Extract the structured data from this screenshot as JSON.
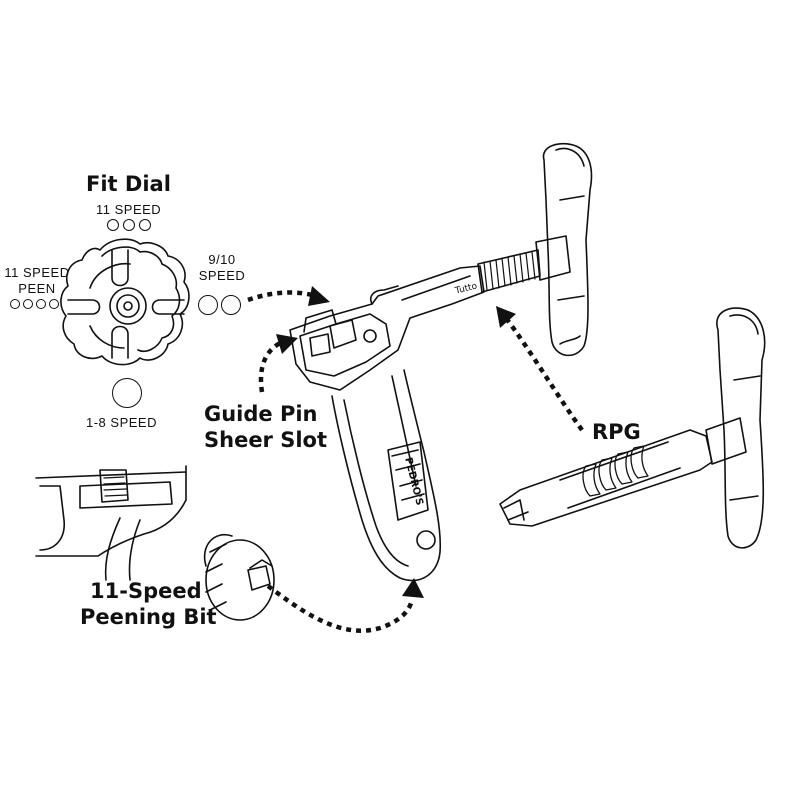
{
  "fit_dial": {
    "title": "Fit Dial",
    "top_label": "11 SPEED",
    "left_label_line1": "11 SPEED",
    "left_label_line2": "PEEN",
    "right_label_line1": "9/10",
    "right_label_line2": "SPEED",
    "bottom_label": "1-8 SPEED"
  },
  "callouts": {
    "guide_pin_line1": "Guide Pin",
    "guide_pin_line2": "Sheer Slot",
    "peening_bit_line1": "11-Speed",
    "peening_bit_line2": "Peening Bit",
    "rpg": "RPG"
  },
  "tool_text": {
    "brand": "PEDRO'S",
    "model": "Tutto"
  },
  "colors": {
    "line": "#111111",
    "background": "#ffffff"
  }
}
